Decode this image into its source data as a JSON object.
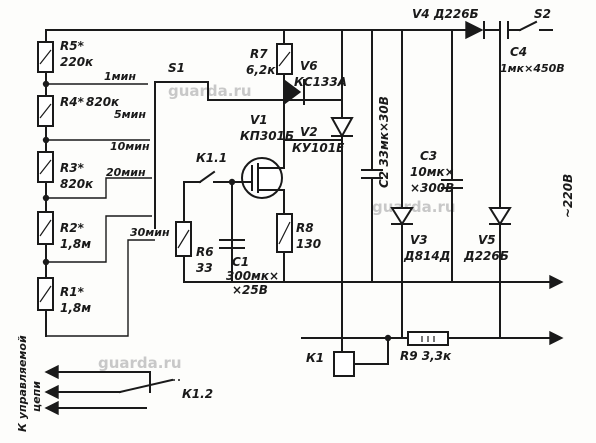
{
  "watermark": "guarda.ru",
  "labels": {
    "r5": "R5*",
    "r5v": "220к",
    "r4": "R4*",
    "r4v": "820к",
    "r3": "R3*",
    "r3v": "820к",
    "r2": "R2*",
    "r2v": "1,8м",
    "r1": "R1*",
    "r1v": "1,8м",
    "t1": "1мин",
    "t5": "5мин",
    "t10": "10мин",
    "t20": "20мин",
    "t30": "30мин",
    "s1": "S1",
    "k11": "К1.1",
    "r6": "R6",
    "r6v": "33",
    "v1": "V1",
    "v1t": "КП301Б",
    "c1": "C1",
    "c1v": "300мк×",
    "c1v2": "×25В",
    "r7": "R7",
    "r7v": "6,2к",
    "v6": "V6",
    "v6t": "КС133А",
    "v2": "V2",
    "v2t": "КУ101Е",
    "r8": "R8",
    "r8v": "130",
    "c2": "C2 33мк×30В",
    "c3": "C3",
    "c3v": "10мк×",
    "c3v2": "×300В",
    "v3": "V3",
    "v3t": "Д814Д",
    "v4": "V4 Д226Б",
    "s2": "S2",
    "c4": "C4",
    "c4v": "1мк×450В",
    "v5": "V5",
    "v5t": "Д226Б",
    "mains": "~220В",
    "k1": "К1",
    "r9": "R9 3,3к",
    "k12": "К1.2",
    "ctrl1": "К управляемой",
    "ctrl2": "цепи"
  }
}
